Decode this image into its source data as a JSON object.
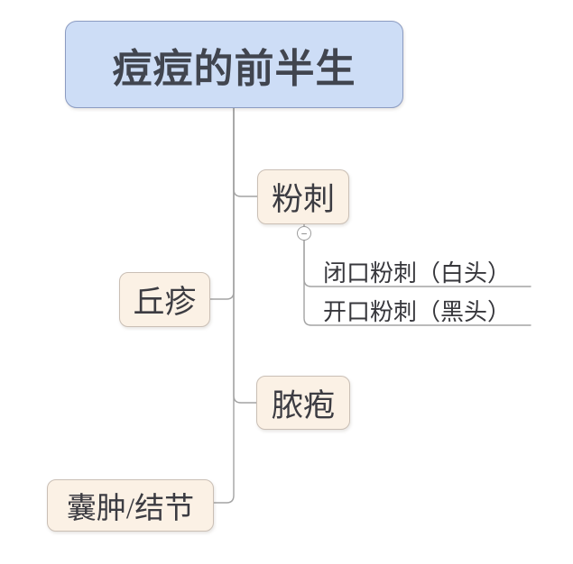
{
  "mindmap": {
    "root": {
      "label": "痘痘的前半生"
    },
    "branches": [
      {
        "id": "fenci",
        "label": "粉刺",
        "collapsed": false,
        "children": [
          {
            "label": "闭口粉刺（白头）"
          },
          {
            "label": "开口粉刺（黑头）"
          }
        ]
      },
      {
        "id": "qiuzhen",
        "label": "丘疹",
        "children": []
      },
      {
        "id": "nongbao",
        "label": "脓疱",
        "children": []
      },
      {
        "id": "nangzhong",
        "label": "囊肿/结节",
        "children": []
      }
    ]
  },
  "icons": {
    "collapse_minus": "−"
  },
  "colors": {
    "root_fill": "#cdddf6",
    "root_border": "#8b9bc1",
    "node_fill": "#fbf1e5",
    "node_border": "#cabfb5",
    "connector_line": "#a3a3a3",
    "text": "#3c3c42",
    "background": "#ffffff"
  }
}
